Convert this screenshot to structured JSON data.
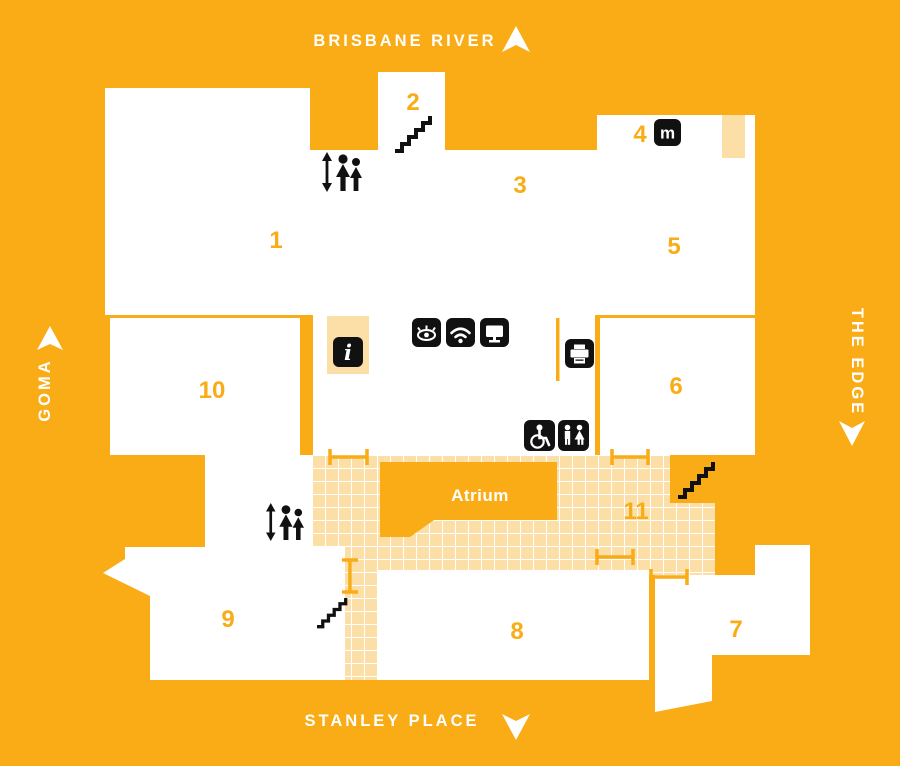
{
  "colors": {
    "background": "#F9AC15",
    "room_fill": "#FFFFFF",
    "tile_fill": "#FCDFA6",
    "tile_grid": "#FFFFFF",
    "icon_fill": "#111111",
    "room_number": "#F9AC15",
    "compass_text": "#FFFFFF"
  },
  "compass": {
    "north_label": "BRISBANE RIVER",
    "south_label": "STANLEY PLACE",
    "west_label": "GOMA",
    "east_label": "THE EDGE"
  },
  "rooms": [
    {
      "label": "1"
    },
    {
      "label": "2"
    },
    {
      "label": "3"
    },
    {
      "label": "4"
    },
    {
      "label": "5"
    },
    {
      "label": "6"
    },
    {
      "label": "7"
    },
    {
      "label": "8"
    },
    {
      "label": "9"
    },
    {
      "label": "10"
    },
    {
      "label": "11"
    }
  ],
  "atrium": {
    "label": "Atrium"
  },
  "icon_glyphs": {
    "info": "i",
    "meeting_room": "m"
  },
  "icons": {
    "lift": "elevator-people-with-up-down-arrows",
    "stairs": "staircase-zigzag",
    "info": "letter-i-badge",
    "vision": "eye",
    "wifi": "wifi-arcs",
    "screen": "monitor",
    "printing": "printer",
    "accessible": "wheelchair",
    "toilets": "male-female-figures",
    "meeting_room": "letter-m-badge"
  }
}
